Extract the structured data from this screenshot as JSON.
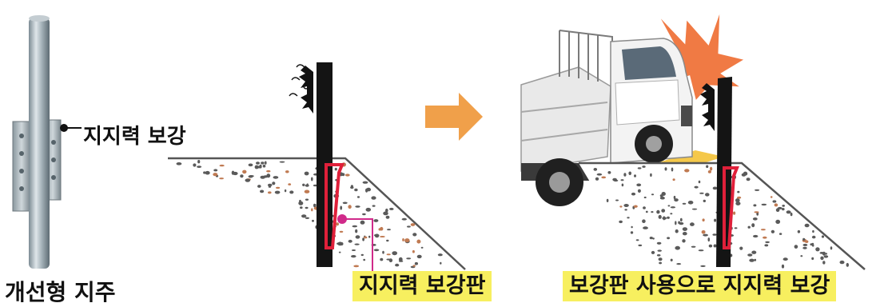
{
  "labels": {
    "support_reinforcement": "지지력 보강",
    "post_name": "개선형 지주",
    "plate_label": "지지력 보강판",
    "result_label": "보강판 사용으로 지지력 보강"
  },
  "colors": {
    "label_highlight": "#f7ef5f",
    "arrow": "#f0a04a",
    "plate": "#e0203a",
    "callout_line": "#d02a8a",
    "burst": "#f07a44"
  }
}
